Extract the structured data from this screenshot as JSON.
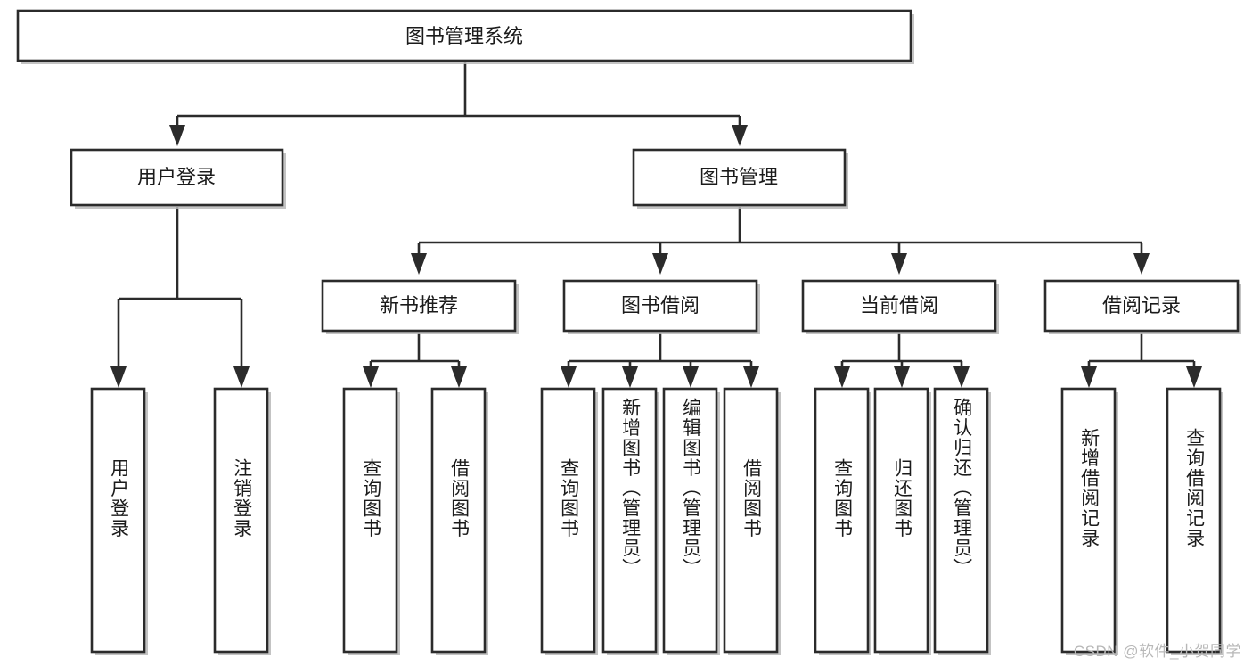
{
  "diagram": {
    "type": "tree",
    "title": "图书管理系统",
    "watermark": "CSDN @软件_小贺同学",
    "colors": {
      "stroke": "#2b2b2b",
      "box_fill": "#ffffff",
      "text": "#1b1b1b",
      "shadow": "#b9b9b9",
      "watermark": "#b7b7b7",
      "background": "#ffffff"
    },
    "root": {
      "label": "图书管理系统",
      "orientation": "horizontal"
    },
    "level2": [
      {
        "label": "用户登录",
        "orientation": "horizontal"
      },
      {
        "label": "图书管理",
        "orientation": "horizontal"
      }
    ],
    "level3": [
      {
        "label": "新书推荐",
        "orientation": "horizontal"
      },
      {
        "label": "图书借阅",
        "orientation": "horizontal"
      },
      {
        "label": "当前借阅",
        "orientation": "horizontal"
      },
      {
        "label": "借阅记录",
        "orientation": "horizontal"
      }
    ],
    "leaves": {
      "user_login": [
        {
          "label": "用户登录",
          "orientation": "vertical"
        },
        {
          "label": "注销登录",
          "orientation": "vertical"
        }
      ],
      "new_book_recommend": [
        {
          "label": "查询图书",
          "orientation": "vertical"
        },
        {
          "label": "借阅图书",
          "orientation": "vertical"
        }
      ],
      "book_borrow": [
        {
          "label": "查询图书",
          "orientation": "vertical"
        },
        {
          "label": "新增图书（管理员）",
          "orientation": "vertical"
        },
        {
          "label": "编辑图书（管理员）",
          "orientation": "vertical"
        },
        {
          "label": "借阅图书",
          "orientation": "vertical"
        }
      ],
      "current_borrow": [
        {
          "label": "查询图书",
          "orientation": "vertical"
        },
        {
          "label": "归还图书",
          "orientation": "vertical"
        },
        {
          "label": "确认归还（管理员）",
          "orientation": "vertical"
        }
      ],
      "borrow_record": [
        {
          "label": "新增借阅记录",
          "orientation": "vertical"
        },
        {
          "label": "查询借阅记录",
          "orientation": "vertical"
        }
      ]
    }
  }
}
